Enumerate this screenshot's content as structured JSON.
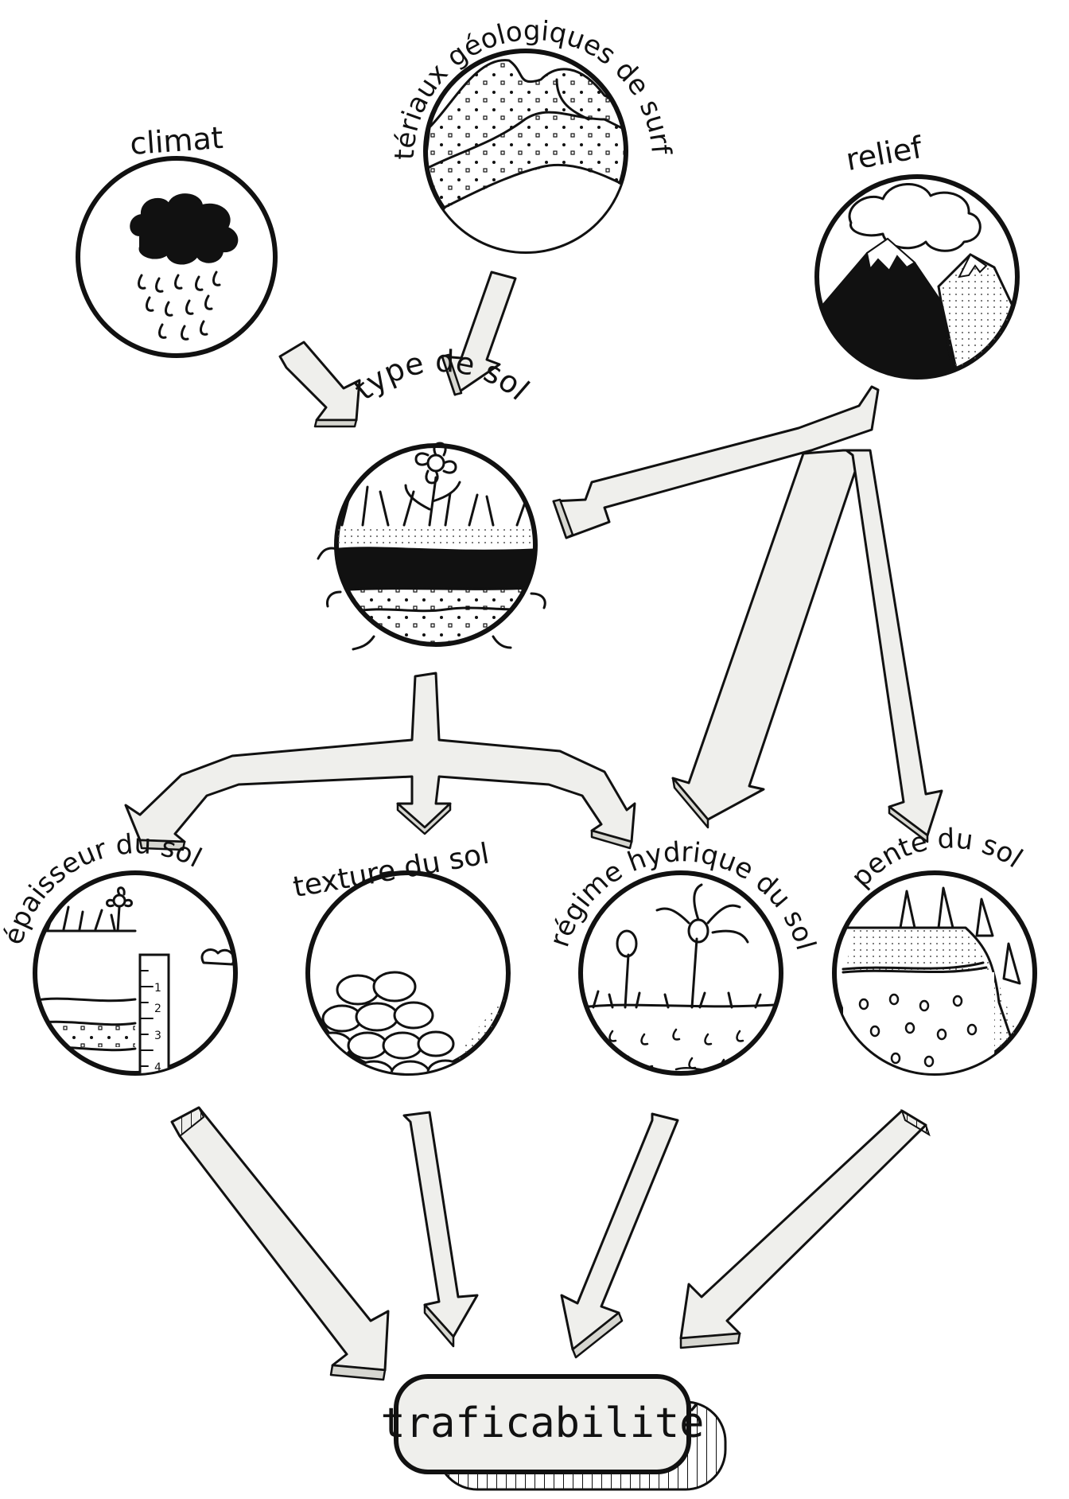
{
  "labels": {
    "climat": "climat",
    "materiaux": "matériaux géologiques de surface",
    "relief": "relief",
    "type_sol": "type de sol",
    "epaisseur": "épaisseur du sol",
    "texture": "texture du sol",
    "regime": "régime hydrique du sol",
    "pente": "pente du sol",
    "result": "traficabilité"
  },
  "ruler_ticks": [
    "1",
    "2",
    "3",
    "4"
  ],
  "colors": {
    "ink": "#111111",
    "paper": "#ffffff",
    "arrow_fill": "#efefec"
  }
}
